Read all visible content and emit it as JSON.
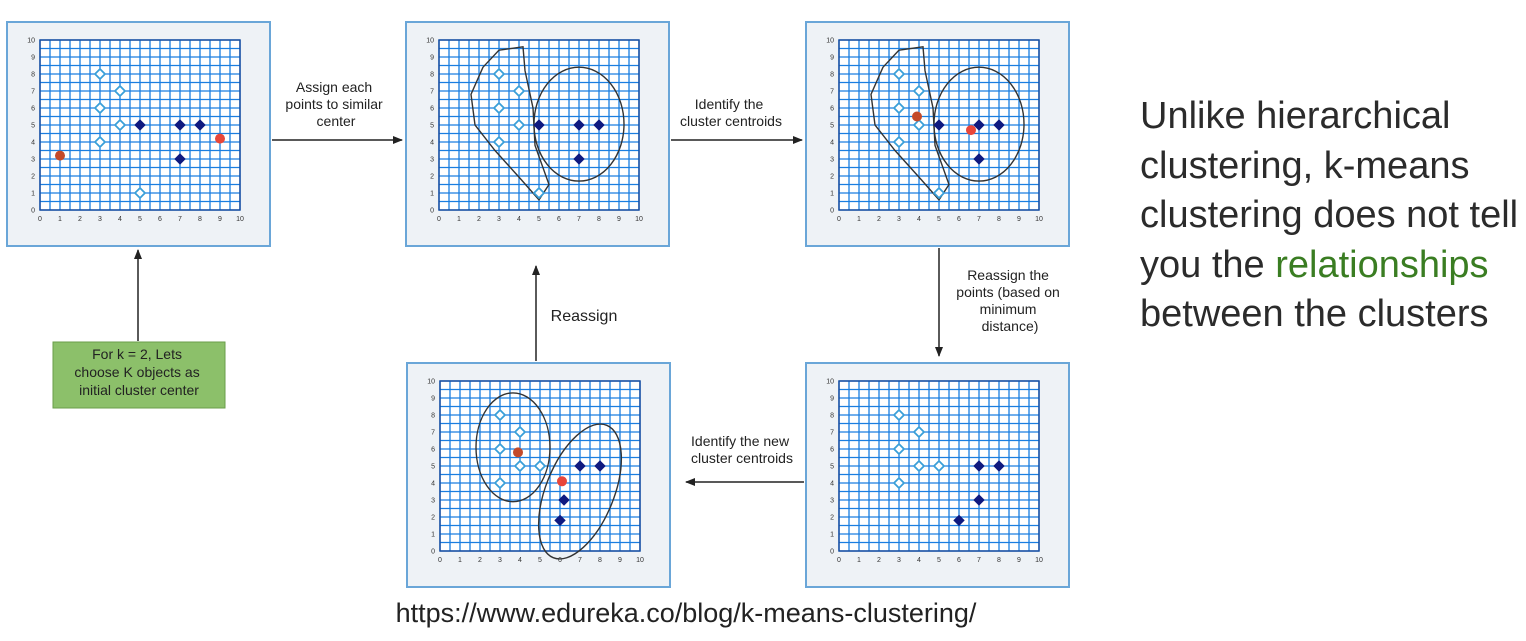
{
  "colors": {
    "grid_line": "#1a7ee0",
    "panel_border": "#6aa6d8",
    "panel_bg": "#eef2f6",
    "hollow_point": "#3a9fd8",
    "filled_point": "#101a80",
    "centroid": "#e8463a",
    "start_box_fill": "#8cc06a",
    "highlight_text": "#3a7d22"
  },
  "axis": {
    "ticks": [
      "0",
      "1",
      "2",
      "3",
      "4",
      "5",
      "6",
      "7",
      "8",
      "9",
      "10"
    ],
    "xlim": [
      0,
      10
    ],
    "ylim": [
      0,
      10
    ]
  },
  "panels": [
    {
      "id": "initial",
      "hollow": [
        [
          3,
          8
        ],
        [
          4,
          7
        ],
        [
          3,
          6
        ],
        [
          4,
          5
        ],
        [
          3,
          4
        ],
        [
          5,
          1
        ]
      ],
      "filled": [
        [
          5,
          5
        ],
        [
          7,
          5
        ],
        [
          8,
          5
        ],
        [
          7,
          3
        ]
      ],
      "centroids": [
        [
          1,
          3.2
        ],
        [
          9,
          4.2
        ]
      ],
      "centroid_colors": [
        "#c44a2a",
        "#e8463a"
      ],
      "clusters": []
    },
    {
      "id": "assigned",
      "hollow": [
        [
          3,
          8
        ],
        [
          4,
          7
        ],
        [
          3,
          6
        ],
        [
          4,
          5
        ],
        [
          3,
          4
        ],
        [
          5,
          1
        ]
      ],
      "filled": [
        [
          5,
          5
        ],
        [
          7,
          5
        ],
        [
          8,
          5
        ],
        [
          7,
          3
        ]
      ],
      "centroids": [],
      "centroid_colors": [],
      "clusters": [
        "blob",
        "circle"
      ]
    },
    {
      "id": "centroids",
      "hollow": [
        [
          3,
          8
        ],
        [
          4,
          7
        ],
        [
          3,
          6
        ],
        [
          4,
          5
        ],
        [
          3,
          4
        ],
        [
          5,
          1
        ]
      ],
      "filled": [
        [
          5,
          5
        ],
        [
          7,
          5
        ],
        [
          8,
          5
        ],
        [
          7,
          3
        ]
      ],
      "centroids": [
        [
          3.9,
          5.5
        ],
        [
          6.6,
          4.7
        ]
      ],
      "centroid_colors": [
        "#c44a2a",
        "#e8463a"
      ],
      "clusters": [
        "blob",
        "circle"
      ]
    },
    {
      "id": "reassigned",
      "hollow": [
        [
          3,
          8
        ],
        [
          4,
          7
        ],
        [
          3,
          6
        ],
        [
          4,
          5
        ],
        [
          5,
          5
        ],
        [
          3,
          4
        ]
      ],
      "filled": [
        [
          7,
          5
        ],
        [
          8,
          5
        ],
        [
          7,
          3
        ],
        [
          6,
          1.8
        ]
      ],
      "centroids": [],
      "centroid_colors": [],
      "clusters": []
    },
    {
      "id": "new-centroids",
      "hollow": [
        [
          3,
          8
        ],
        [
          4,
          7
        ],
        [
          3,
          6
        ],
        [
          4,
          5
        ],
        [
          5,
          5
        ],
        [
          3,
          4
        ]
      ],
      "filled": [
        [
          7,
          5
        ],
        [
          8,
          5
        ],
        [
          6.2,
          3
        ],
        [
          6,
          1.8
        ]
      ],
      "centroids": [
        [
          3.9,
          5.8
        ],
        [
          6.1,
          4.1
        ]
      ],
      "centroid_colors": [
        "#c44a2a",
        "#e8463a"
      ],
      "clusters": [
        "ellipse",
        "oval"
      ]
    }
  ],
  "labels": {
    "assign": [
      "Assign each",
      "points to similar",
      "center"
    ],
    "identify": [
      "Identify the",
      "cluster centroids"
    ],
    "reassign_points": [
      "Reassign the",
      "points (based on",
      "minimum",
      "distance)"
    ],
    "identify_new": [
      "Identify the new",
      "cluster centroids"
    ],
    "reassign": "Reassign",
    "start_box": [
      "For k = 2, Lets",
      "choose K objects as",
      "initial cluster center"
    ]
  },
  "side_text": {
    "part1": "Unlike hierarchical clustering, k-means clustering does not tell you the",
    "highlight": "relationships",
    "part2": "between the clusters"
  },
  "url": "https://www.edureka.co/blog/k-means-clustering/"
}
